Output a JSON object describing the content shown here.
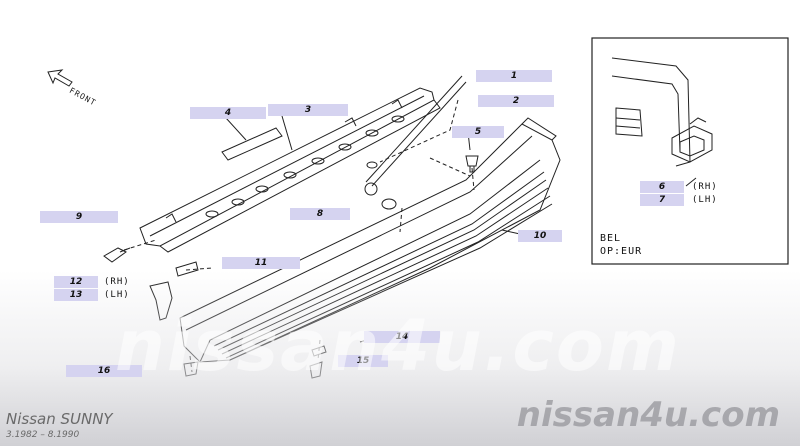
{
  "front_label": "FRONT",
  "callouts": [
    {
      "id": "c1",
      "label": "1"
    },
    {
      "id": "c2",
      "label": "2"
    },
    {
      "id": "c3",
      "label": "3"
    },
    {
      "id": "c4",
      "label": "4"
    },
    {
      "id": "c5",
      "label": "5"
    },
    {
      "id": "c6",
      "label": "6"
    },
    {
      "id": "c7",
      "label": "7"
    },
    {
      "id": "c8",
      "label": "8"
    },
    {
      "id": "c9",
      "label": "9"
    },
    {
      "id": "c10",
      "label": "10"
    },
    {
      "id": "c11",
      "label": "11"
    },
    {
      "id": "c12",
      "label": "12"
    },
    {
      "id": "c13",
      "label": "13"
    },
    {
      "id": "c14",
      "label": "14"
    },
    {
      "id": "c15",
      "label": "15"
    },
    {
      "id": "c16",
      "label": "16"
    }
  ],
  "side": {
    "rh": "(RH)",
    "lh": "(LH)"
  },
  "inset": {
    "line1": "BEL",
    "line2": "OP:EUR"
  },
  "watermark": {
    "big": "nissan4u.com",
    "small": "nissan4u.com"
  },
  "model": {
    "name": "Nissan SUNNY",
    "years": "3.1982 – 8.1990"
  },
  "colors": {
    "callout_bg": "#d5d3f0",
    "line": "#222222",
    "watermark": "#9a9a9f"
  }
}
